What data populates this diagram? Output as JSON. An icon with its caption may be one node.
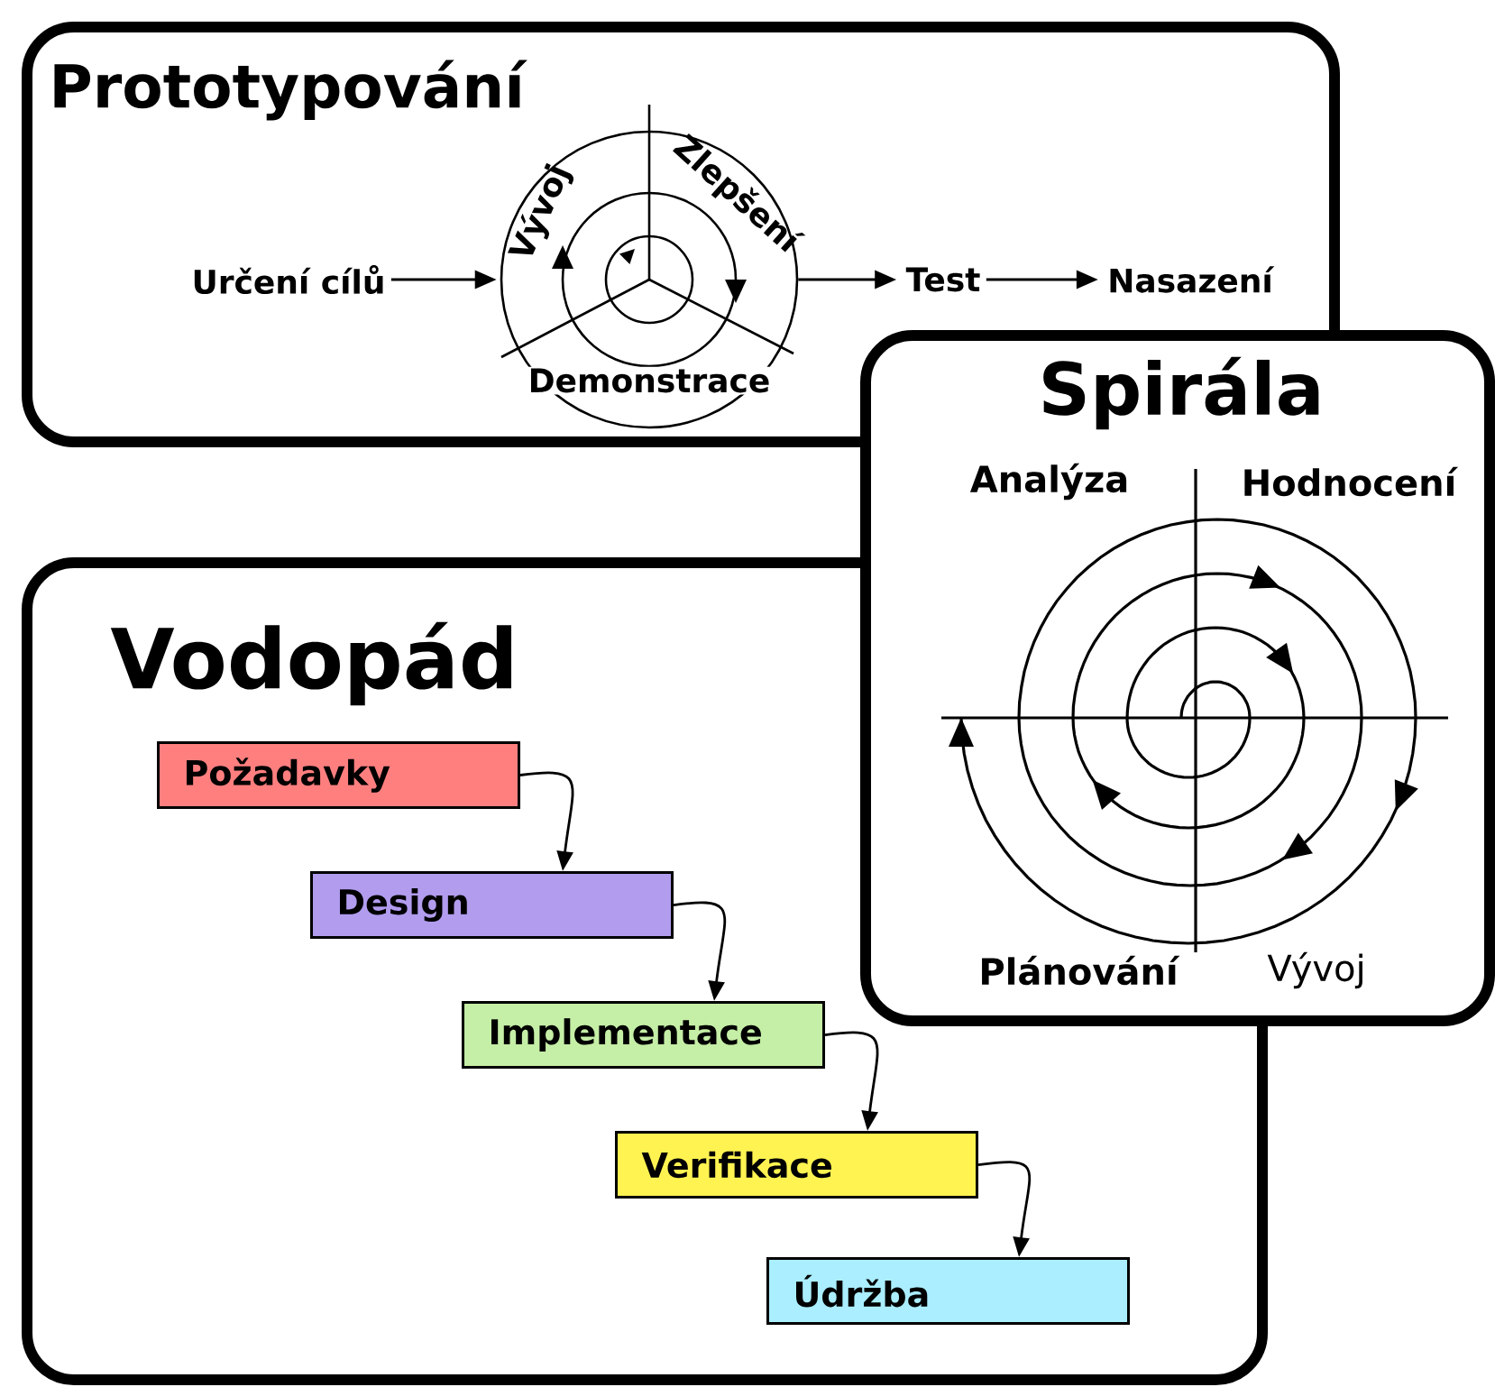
{
  "diagram": {
    "nodes": [
      {
        "text": [
          "Prototypování"
        ]
      },
      {
        "text": [
          "Určení cílů"
        ],
        "in": 0
      },
      {
        "text": [
          "Vývoj",
          "Zlepšení",
          "Demonstrace"
        ],
        "in": 0
      },
      {
        "text": [
          "Test"
        ],
        "in": 0
      },
      {
        "text": [
          "Nasazení"
        ],
        "in": 0
      },
      {
        "text": [
          "Spirála"
        ]
      },
      {
        "text": [
          "Vodopád"
        ]
      },
      {
        "text": [
          "Požadavky"
        ],
        "in": 6
      },
      {
        "text": [
          "Design"
        ],
        "in": 6
      },
      {
        "text": [
          "Implementace"
        ],
        "in": 6
      },
      {
        "text": [
          "Verifikace"
        ],
        "in": 6
      },
      {
        "text": [
          "Údržba"
        ],
        "in": 6
      }
    ],
    "edges": [
      {
        "from": 1,
        "to": 2,
        "arrow": "to"
      },
      {
        "from": 2,
        "to": 3,
        "arrow": "to"
      },
      {
        "from": 3,
        "to": 4,
        "arrow": "to"
      },
      {
        "from": 7,
        "to": 8,
        "arrow": "to"
      },
      {
        "from": 8,
        "to": 9,
        "arrow": "to"
      },
      {
        "from": 9,
        "to": 10,
        "arrow": "to"
      },
      {
        "from": 10,
        "to": 11,
        "arrow": "to"
      }
    ],
    "labels": [
      "Analýza",
      "Hodnocení",
      "Plánování",
      "Vývoj"
    ]
  }
}
